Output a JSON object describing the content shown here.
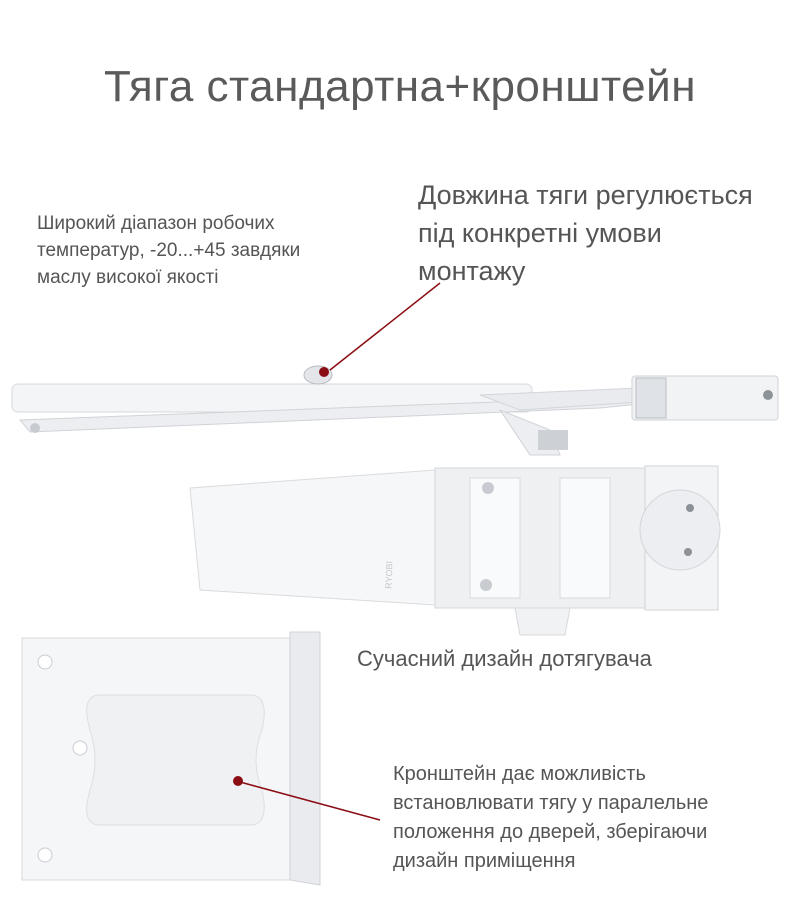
{
  "title": "Тяга стандартна+кронштейн",
  "captions": {
    "temperature": [
      "Широкий діапазон робочих",
      "температур, -20...+45 завдяки",
      "маслу високої якості"
    ],
    "arm_length": [
      "Довжина тяги регулюється",
      "під конкретні умови",
      "монтажу"
    ],
    "design": "Сучасний дизайн дотягувача",
    "bracket": [
      "Кронштейн дає можливість",
      "встановлювати тягу у паралельне",
      "положення до дверей, зберігаючи",
      "дизайн приміщення"
    ]
  },
  "logo_text": "RYOBI",
  "colors": {
    "pointer": "#8b0d14",
    "text": "#555555"
  }
}
